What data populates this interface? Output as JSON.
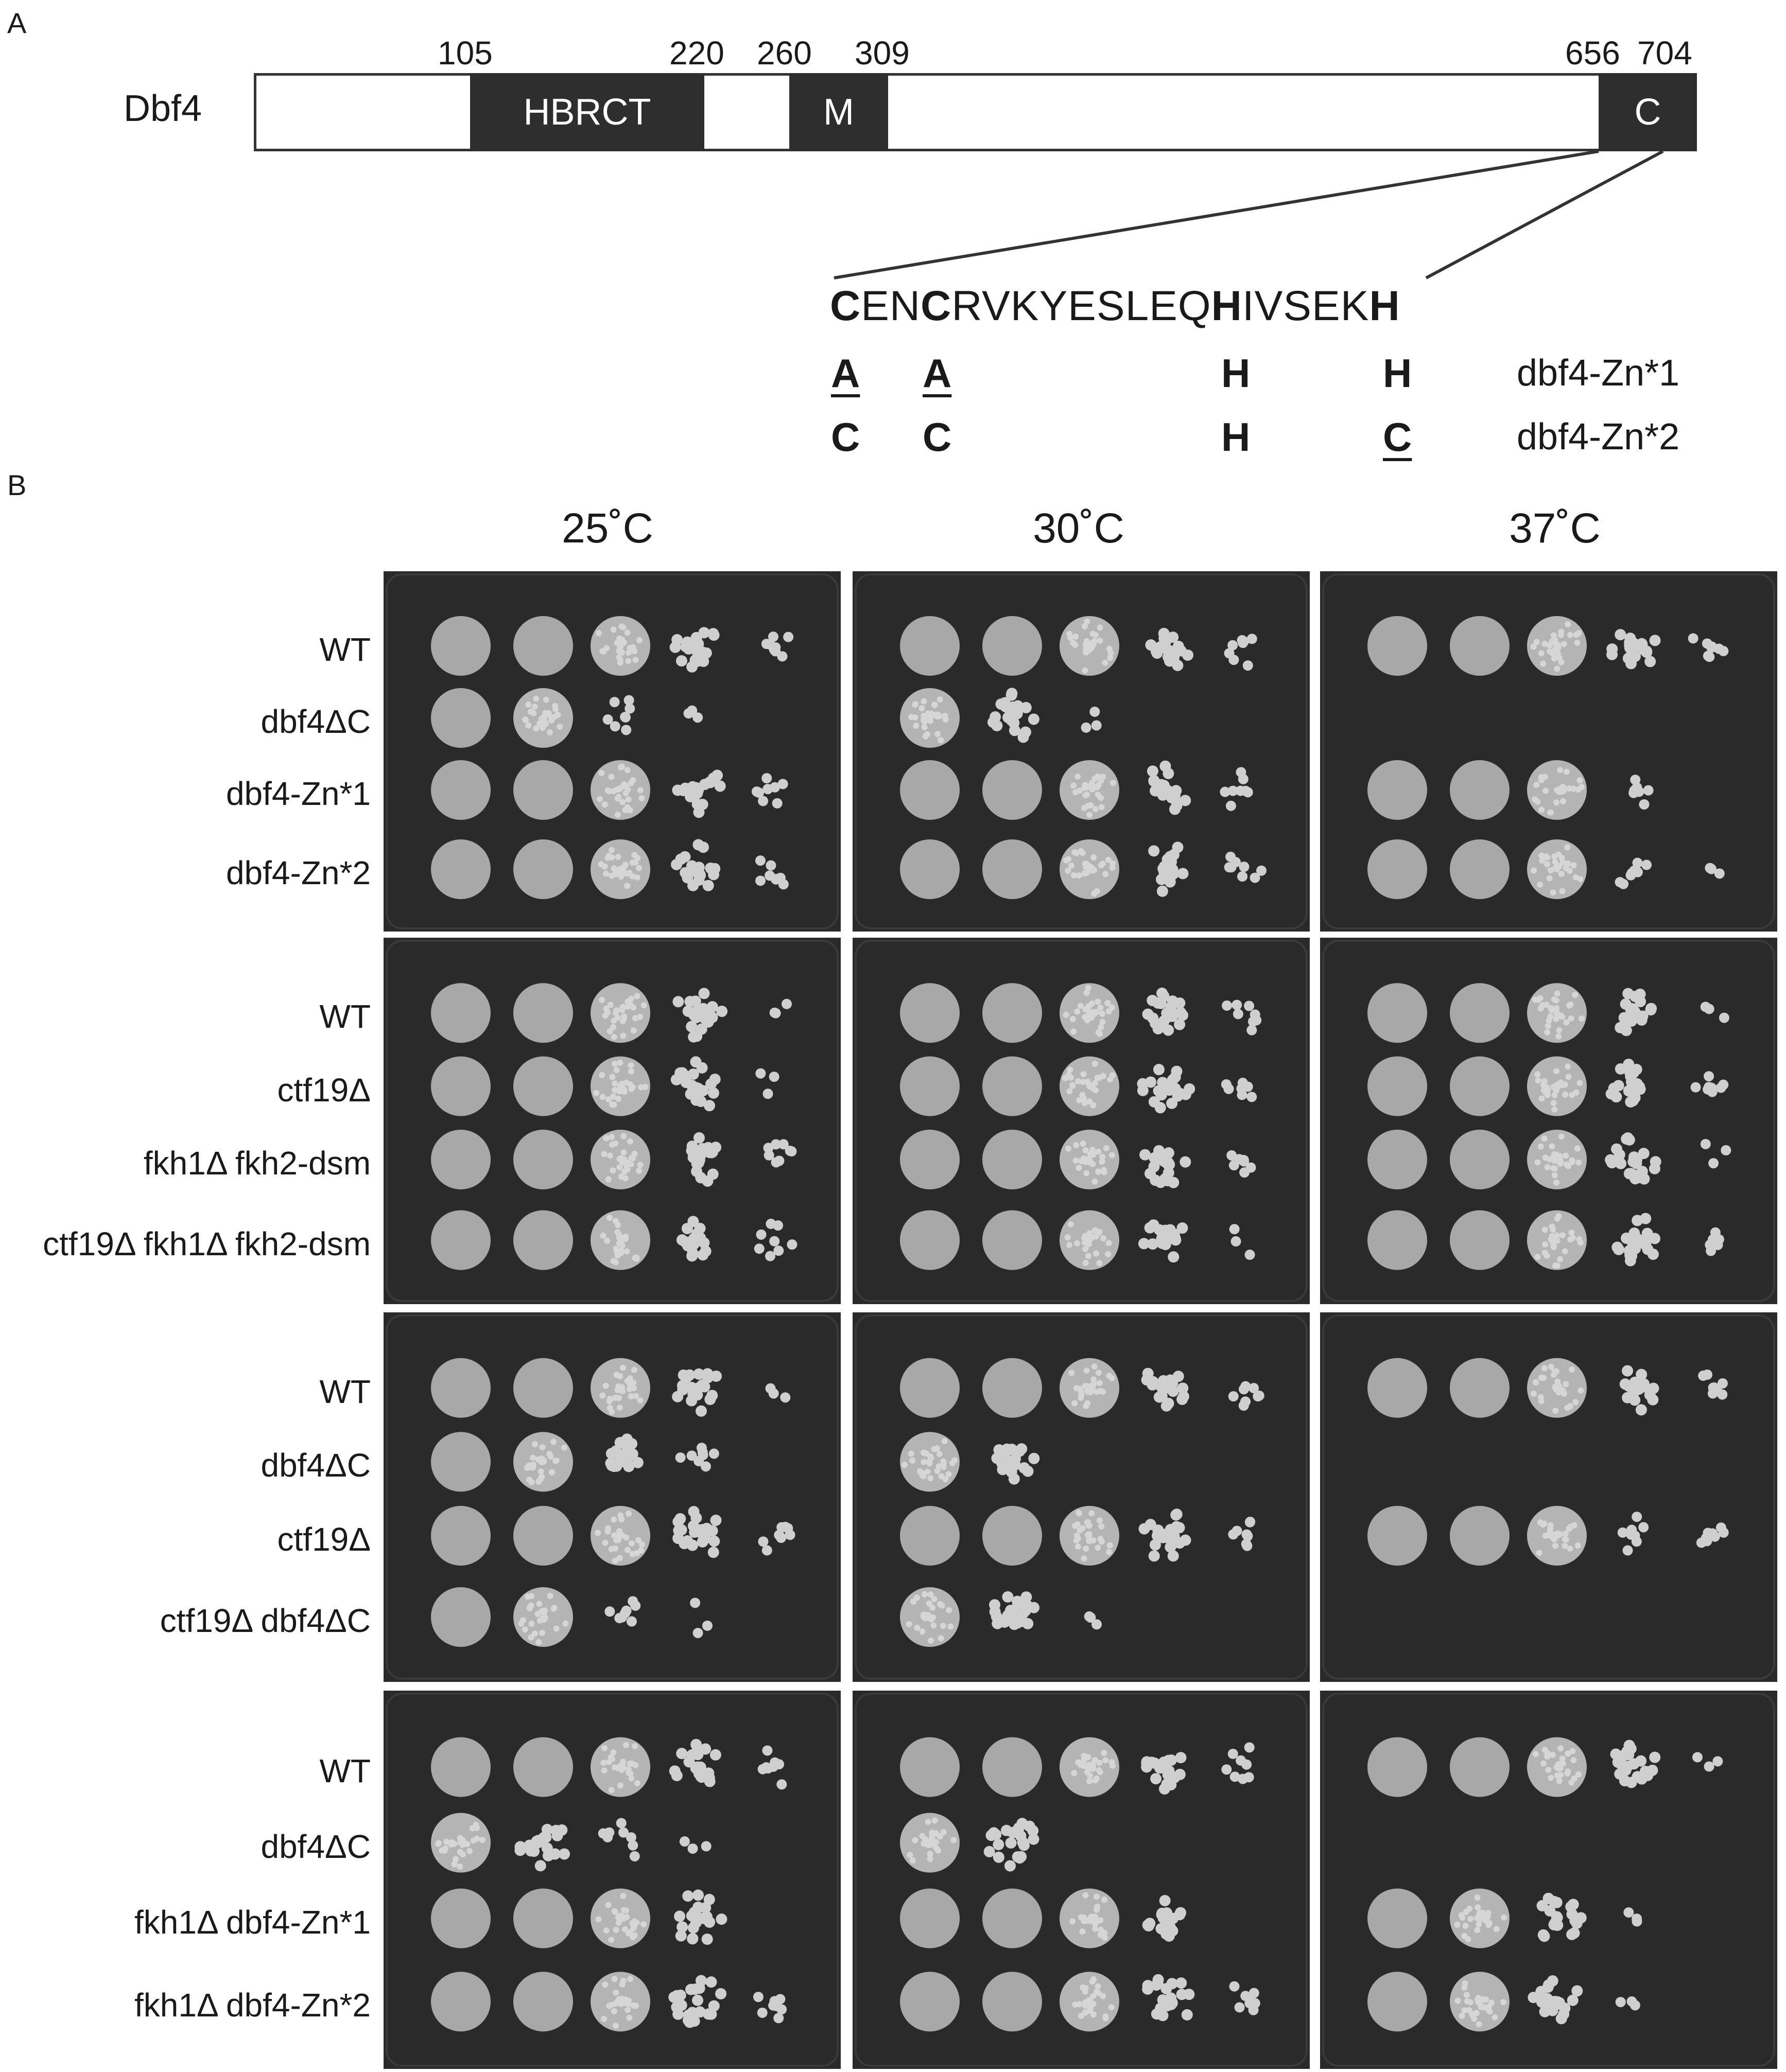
{
  "panels": {
    "a": "A",
    "b": "B"
  },
  "diagram": {
    "protein": "Dbf4",
    "positions": [
      "105",
      "220",
      "260",
      "309",
      "656",
      "704"
    ],
    "domains": [
      {
        "label": "HBRCT",
        "start": 105,
        "end": 220
      },
      {
        "label": "M",
        "start": 260,
        "end": 309
      },
      {
        "label": "C",
        "start": 656,
        "end": 704
      }
    ],
    "sequence": [
      {
        "t": "C",
        "bold": true
      },
      {
        "t": "EN",
        "bold": false
      },
      {
        "t": "C",
        "bold": true
      },
      {
        "t": "RVKYESLEQ",
        "bold": false
      },
      {
        "t": "H",
        "bold": true
      },
      {
        "t": "IVSEK",
        "bold": false
      },
      {
        "t": "H",
        "bold": true
      }
    ],
    "mutants": [
      {
        "label": "dbf4-Zn*1",
        "residues": [
          "A",
          "A",
          "H",
          "H"
        ],
        "underlined": [
          true,
          true,
          false,
          false
        ]
      },
      {
        "label": "dbf4-Zn*2",
        "residues": [
          "C",
          "C",
          "H",
          "C"
        ],
        "underlined": [
          false,
          false,
          false,
          true
        ]
      }
    ]
  },
  "temperatures": [
    "25˚C",
    "30˚C",
    "37˚C"
  ],
  "groups": [
    {
      "strains": [
        "WT",
        "dbf4ΔC",
        "dbf4-Zn*1",
        "dbf4-Zn*2"
      ]
    },
    {
      "strains": [
        "WT",
        "ctf19Δ",
        "fkh1Δ fkh2-dsm",
        "ctf19Δ fkh1Δ fkh2-dsm"
      ]
    },
    {
      "strains": [
        "WT",
        "dbf4ΔC",
        "ctf19Δ",
        "ctf19Δ dbf4ΔC"
      ]
    },
    {
      "strains": [
        "WT",
        "dbf4ΔC",
        "fkh1Δ dbf4-Zn*1",
        "fkh1Δ dbf4-Zn*2"
      ]
    }
  ],
  "growth": [
    [
      [
        5,
        5,
        4,
        3,
        2
      ],
      [
        5,
        4,
        2,
        1,
        0
      ],
      [
        5,
        5,
        4,
        3,
        2
      ],
      [
        5,
        5,
        4,
        3,
        2
      ]
    ],
    [
      [
        5,
        5,
        4,
        3,
        2
      ],
      [
        4,
        3,
        1,
        0,
        0
      ],
      [
        5,
        5,
        4,
        3,
        2
      ],
      [
        5,
        5,
        4,
        3,
        2
      ]
    ],
    [
      [
        5,
        5,
        4,
        3,
        2
      ],
      [
        0,
        0,
        0,
        0,
        0
      ],
      [
        5,
        5,
        4,
        2,
        0
      ],
      [
        5,
        5,
        4,
        2,
        1
      ]
    ],
    [
      [
        5,
        5,
        4,
        3,
        1
      ],
      [
        5,
        5,
        4,
        3,
        1
      ],
      [
        5,
        5,
        4,
        3,
        2
      ],
      [
        5,
        5,
        4,
        3,
        2
      ]
    ],
    [
      [
        5,
        5,
        4,
        3,
        2
      ],
      [
        5,
        5,
        4,
        3,
        2
      ],
      [
        5,
        5,
        4,
        3,
        2
      ],
      [
        5,
        5,
        4,
        3,
        1
      ]
    ],
    [
      [
        5,
        5,
        4,
        3,
        1
      ],
      [
        5,
        5,
        4,
        3,
        2
      ],
      [
        5,
        5,
        4,
        3,
        1
      ],
      [
        5,
        5,
        4,
        3,
        2
      ]
    ],
    [
      [
        5,
        5,
        4,
        3,
        1
      ],
      [
        5,
        4,
        3,
        2,
        0
      ],
      [
        5,
        5,
        4,
        3,
        2
      ],
      [
        5,
        4,
        2,
        1,
        0
      ]
    ],
    [
      [
        5,
        5,
        4,
        3,
        2
      ],
      [
        4,
        3,
        0,
        0,
        0
      ],
      [
        5,
        5,
        4,
        3,
        2
      ],
      [
        4,
        3,
        1,
        0,
        0
      ]
    ],
    [
      [
        5,
        5,
        4,
        3,
        2
      ],
      [
        0,
        0,
        0,
        0,
        0
      ],
      [
        5,
        5,
        4,
        2,
        2
      ],
      [
        0,
        0,
        0,
        0,
        0
      ]
    ],
    [
      [
        5,
        5,
        4,
        3,
        2
      ],
      [
        4,
        3,
        2,
        1,
        0
      ],
      [
        5,
        5,
        4,
        3,
        0
      ],
      [
        5,
        5,
        4,
        3,
        2
      ]
    ],
    [
      [
        5,
        5,
        4,
        3,
        2
      ],
      [
        4,
        3,
        0,
        0,
        0
      ],
      [
        5,
        5,
        4,
        3,
        0
      ],
      [
        5,
        5,
        4,
        3,
        2
      ]
    ],
    [
      [
        5,
        5,
        4,
        3,
        1
      ],
      [
        0,
        0,
        0,
        0,
        0
      ],
      [
        5,
        4,
        3,
        1,
        0
      ],
      [
        5,
        4,
        3,
        1,
        0
      ]
    ]
  ]
}
